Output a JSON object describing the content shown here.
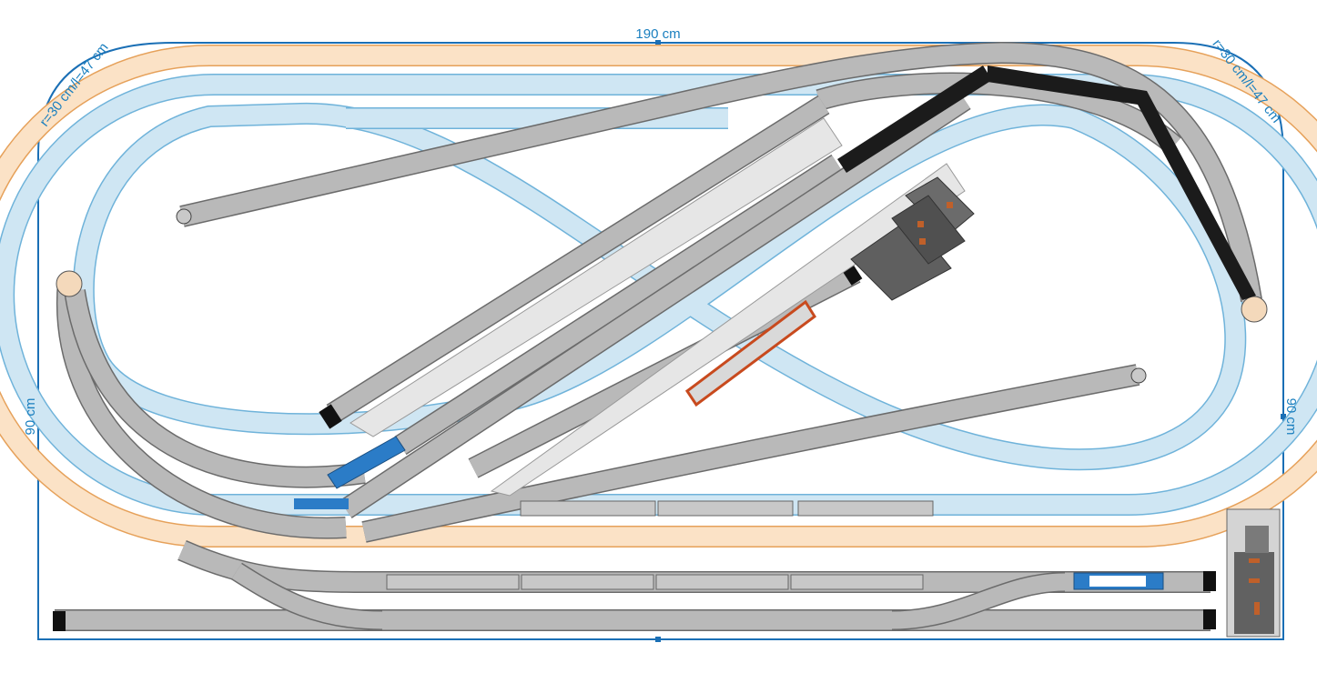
{
  "dimensions": {
    "width_label": "190 cm",
    "height_label_left": "90 cm",
    "height_label_right": "90 cm",
    "radius_label_left": "r=30 cm/l=47 cm",
    "radius_label_right": "r=30 cm/l=47 cm"
  },
  "colors": {
    "board_outline": "#1a6fb5",
    "dim_text": "#1a7fbf",
    "orange_track": "#fbe2c6",
    "orange_edge": "#e6a15a",
    "blue_track": "#cfe6f3",
    "blue_edge": "#6fb3da",
    "grey_track": "#b9b9b9",
    "grey_edge": "#6b6b6b",
    "platform": "#e6e6e6",
    "train_black": "#1b1b1b",
    "train_red": "#c84a1e",
    "train_blue": "#2b7cc7",
    "coach": "#c8c8c8",
    "building": "#5f5f5f"
  }
}
